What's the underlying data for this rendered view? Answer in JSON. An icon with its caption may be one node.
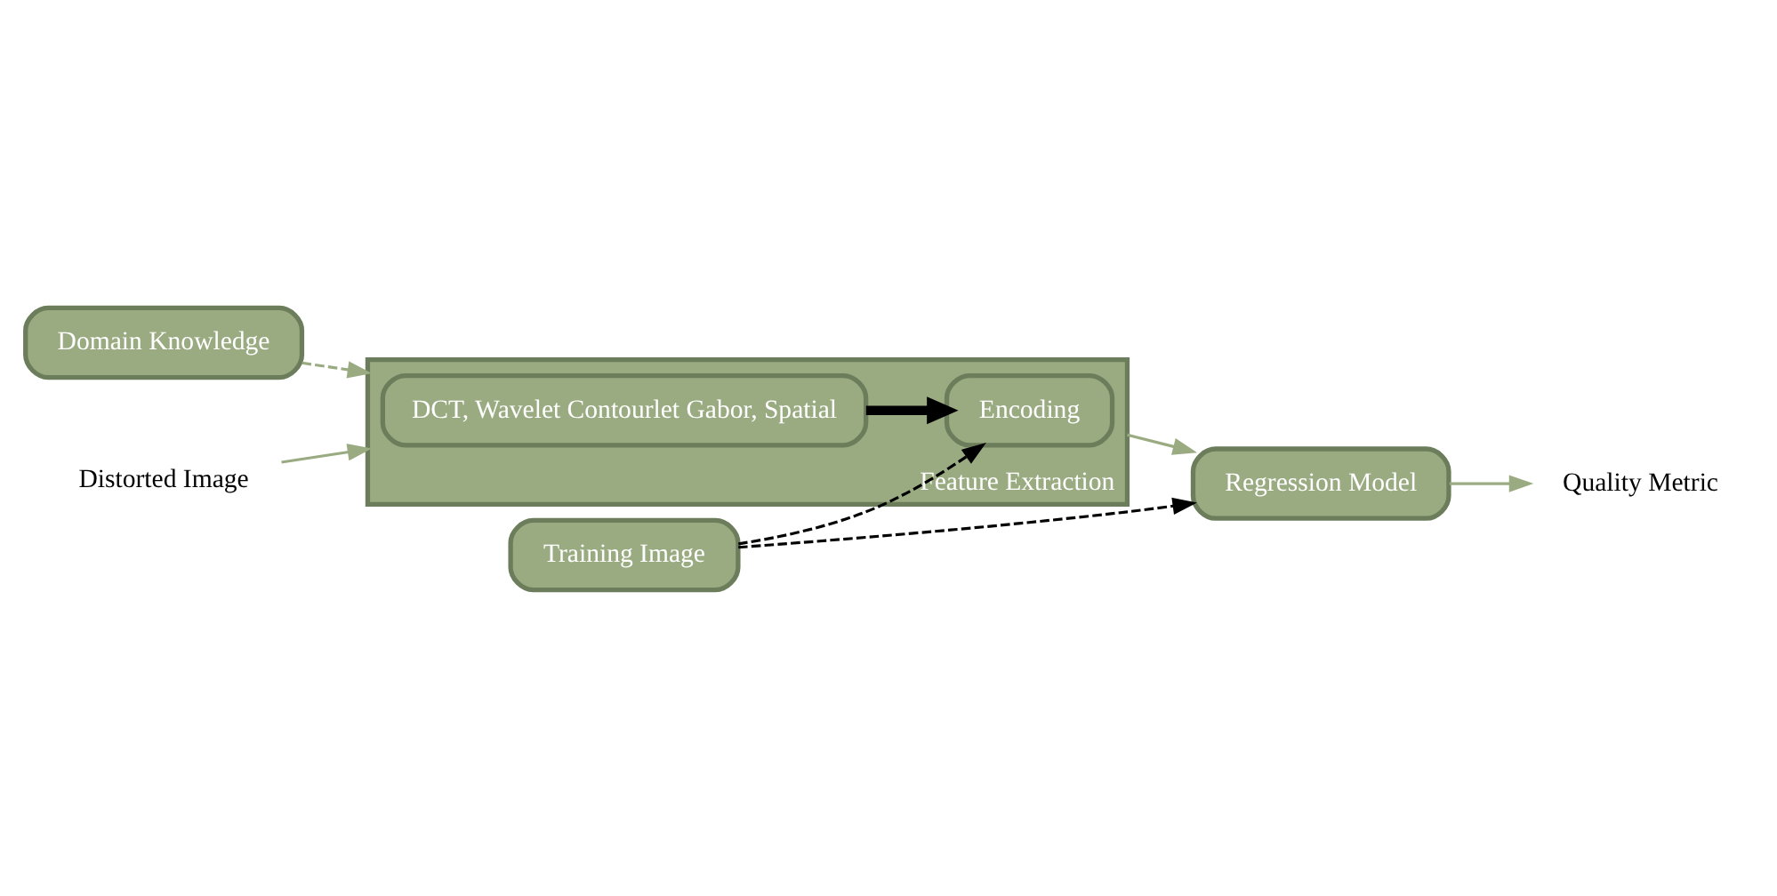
{
  "diagram": {
    "nodes": [
      {
        "text": [
          "Domain Knowledge"
        ]
      },
      {
        "text": [
          "Training Image"
        ]
      },
      {
        "text": [
          "Distorted Image"
        ]
      },
      {
        "text": [
          "Feature Extraction"
        ]
      },
      {
        "text": [
          "DCT, Wavelet Contourlet Gabor, Spatial"
        ],
        "in": 3
      },
      {
        "text": [
          "Encoding"
        ],
        "in": 3
      },
      {
        "text": [
          "Regression Model"
        ]
      },
      {
        "text": [
          "Quality Metric"
        ]
      }
    ],
    "edges": [
      {
        "from": 0,
        "to": 3,
        "arrow": "to",
        "style": "dashed"
      },
      {
        "from": 1,
        "to": 5,
        "arrow": "to",
        "style": "dashed",
        "color": "#000000"
      },
      {
        "from": 1,
        "to": 6,
        "arrow": "to",
        "style": "dashed",
        "color": "#000000"
      },
      {
        "from": 2,
        "to": 3,
        "arrow": "to"
      },
      {
        "from": 4,
        "to": 5,
        "arrow": "to",
        "style": "thick",
        "color": "#000000"
      },
      {
        "from": 3,
        "to": 6,
        "arrow": "to"
      },
      {
        "from": 6,
        "to": 7,
        "arrow": "to"
      }
    ]
  }
}
